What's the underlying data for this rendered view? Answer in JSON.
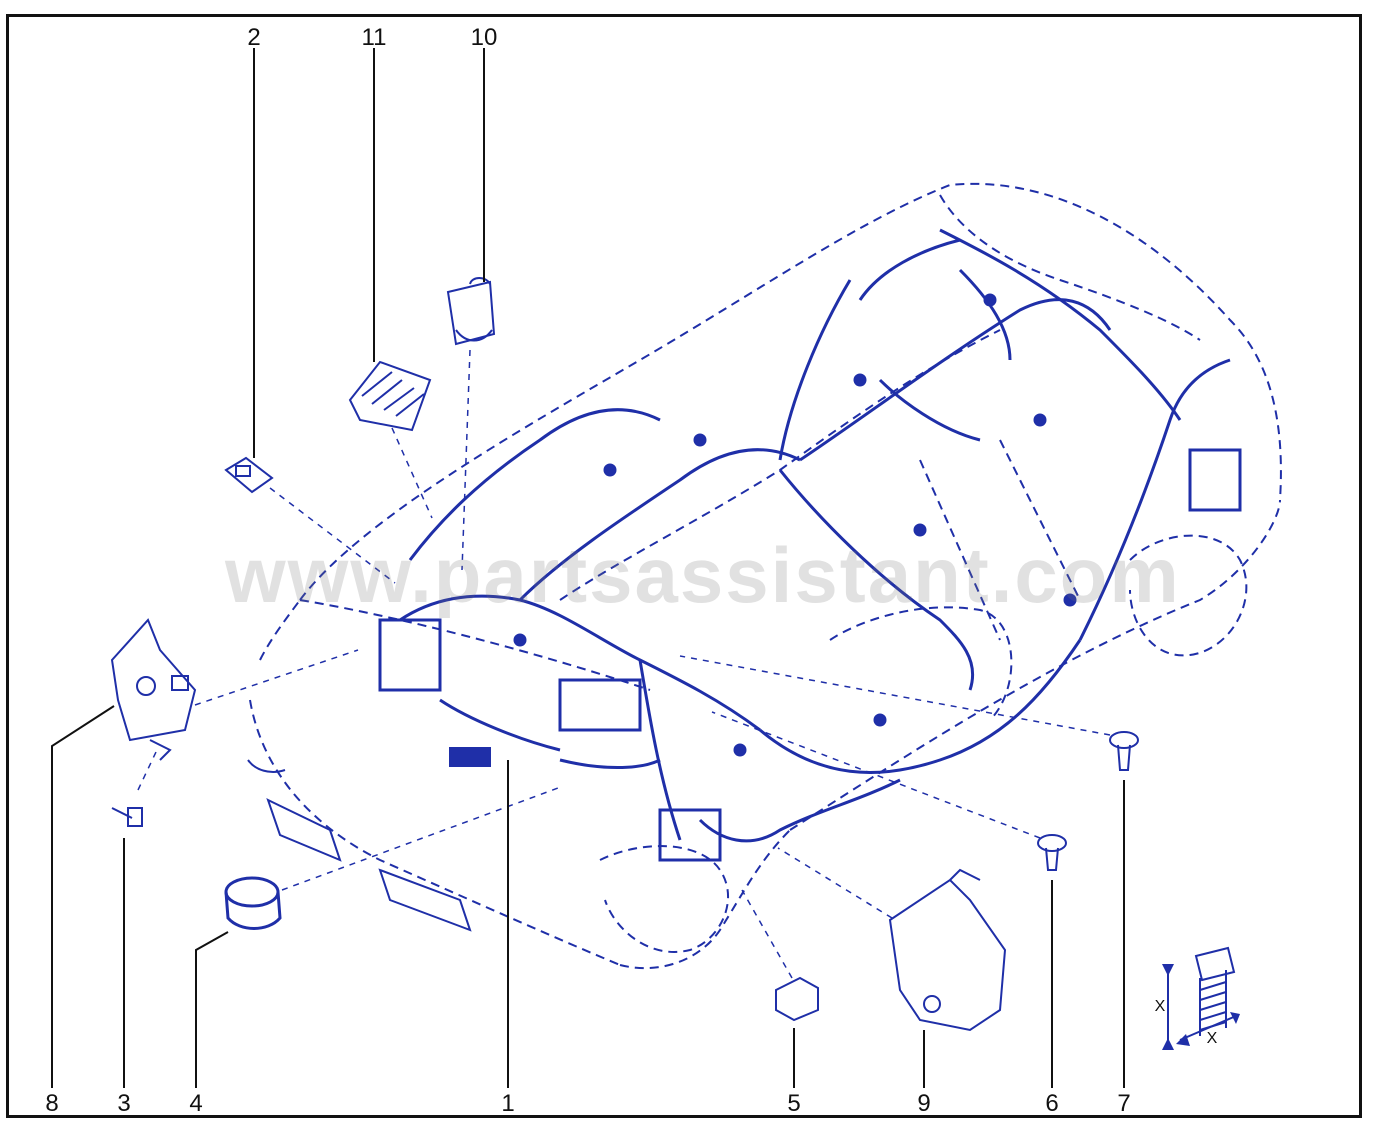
{
  "diagram": {
    "callouts": {
      "c1": "1",
      "c2": "2",
      "c3": "3",
      "c4": "4",
      "c5": "5",
      "c6": "6",
      "c7": "7",
      "c8": "8",
      "c9": "9",
      "c10": "10",
      "c11": "11"
    },
    "dimension_labels": {
      "x_vertical": "X",
      "x_horizontal": "X"
    },
    "watermark": "www.partsassistant.com",
    "colors": {
      "line": "#1f2fa8",
      "leader": "#111111",
      "background": "#ffffff"
    }
  }
}
